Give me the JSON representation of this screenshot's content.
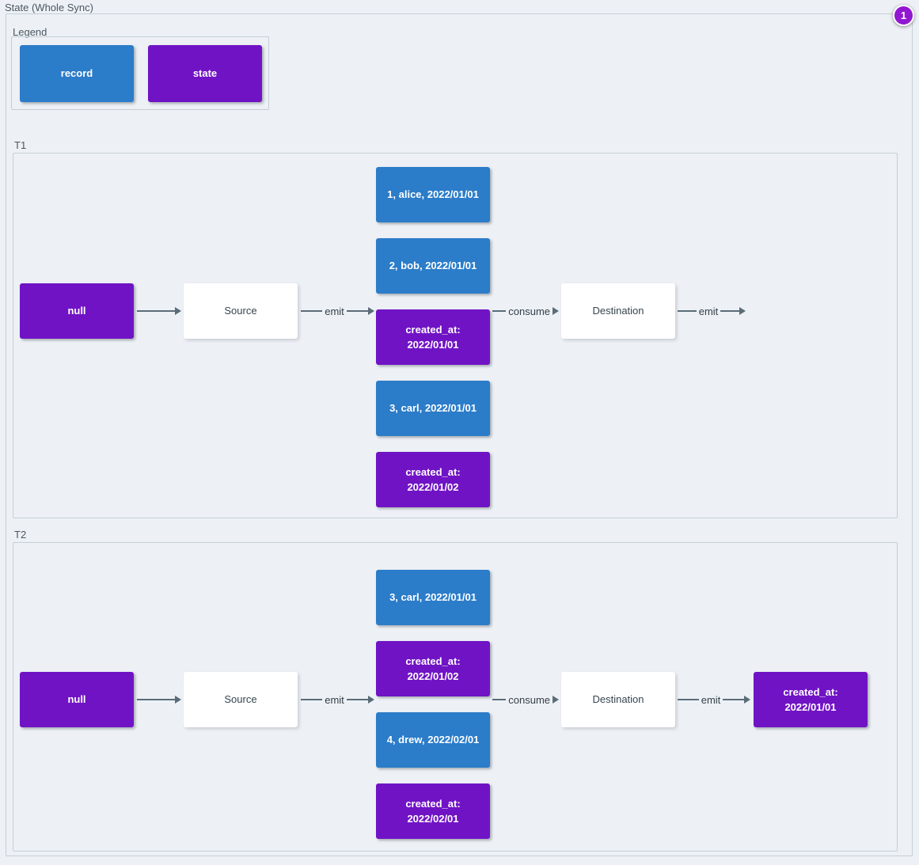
{
  "title": "State (Whole Sync)",
  "badge": "1",
  "colors": {
    "record": "#2b7cc9",
    "state": "#7013c5",
    "badge": "#9117d1",
    "arrow": "#5a6c78",
    "bg": "#edf1f6",
    "border": "#c4ced6"
  },
  "legend": {
    "title": "Legend",
    "record_label": "record",
    "state_label": "state"
  },
  "t1": {
    "label": "T1",
    "input_state": "null",
    "source_label": "Source",
    "emit_label": "emit",
    "consume_label": "consume",
    "destination_label": "Destination",
    "emit_out_label": "emit",
    "stack": [
      {
        "type": "record",
        "text": "1, alice, 2022/01/01"
      },
      {
        "type": "record",
        "text": "2, bob, 2022/01/01"
      },
      {
        "type": "state",
        "text": "created_at:\n2022/01/01"
      },
      {
        "type": "record",
        "text": "3, carl, 2022/01/01"
      },
      {
        "type": "state",
        "text": "created_at:\n2022/01/02"
      }
    ]
  },
  "t2": {
    "label": "T2",
    "input_state": "null",
    "source_label": "Source",
    "emit_label": "emit",
    "consume_label": "consume",
    "destination_label": "Destination",
    "emit_out_label": "emit",
    "output_state": "created_at:\n2022/01/01",
    "stack": [
      {
        "type": "record",
        "text": "3, carl, 2022/01/01"
      },
      {
        "type": "state",
        "text": "created_at:\n2022/01/02"
      },
      {
        "type": "record",
        "text": "4, drew, 2022/02/01"
      },
      {
        "type": "state",
        "text": "created_at:\n2022/02/01"
      }
    ]
  }
}
